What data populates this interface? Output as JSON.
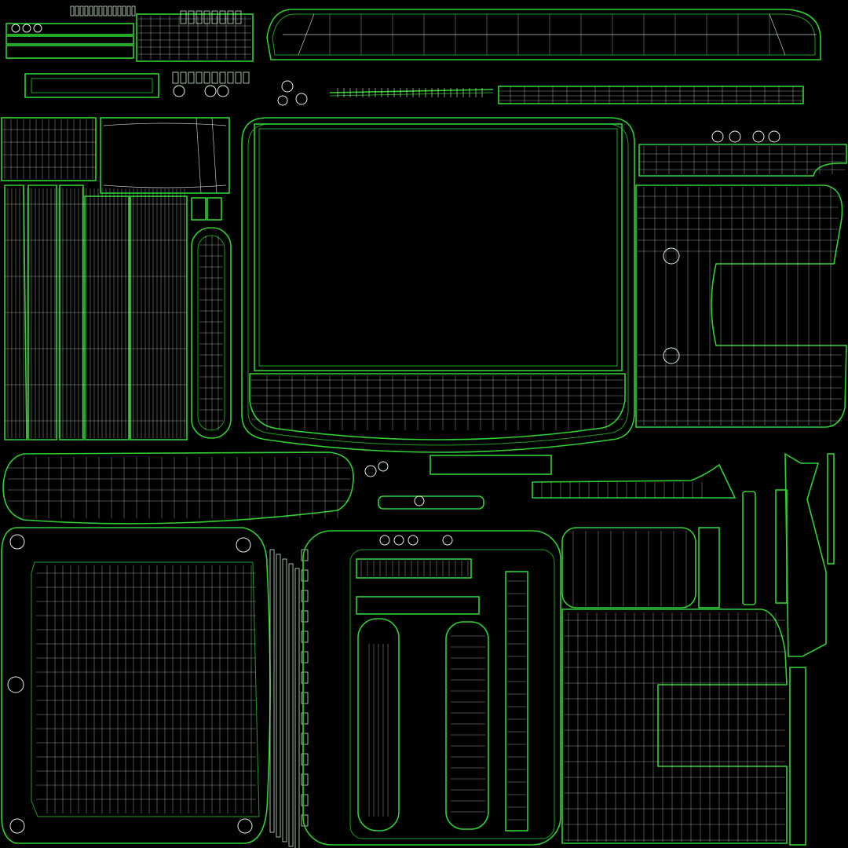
{
  "viewport": {
    "background": "#000000"
  },
  "colors": {
    "background": "#000000",
    "island_outline": "#2fd12f",
    "island_inner_outline": "#1f9e1f",
    "wire_edge": "#d8ecd8"
  },
  "islands": [
    {
      "id": "top-handle-strip",
      "kind": "rounded-bar"
    },
    {
      "id": "top-left-small-parts",
      "kind": "parts-cluster"
    },
    {
      "id": "top-center-screw-row",
      "kind": "parts-cluster"
    },
    {
      "id": "top-right-thin-strip",
      "kind": "grid-strip"
    },
    {
      "id": "left-tall-panels",
      "kind": "vertical-strips"
    },
    {
      "id": "left-upper-box",
      "kind": "grid-box"
    },
    {
      "id": "left-capsule-panel",
      "kind": "capsule"
    },
    {
      "id": "main-display-bezel",
      "kind": "display-frame"
    },
    {
      "id": "right-side-panel",
      "kind": "side-panel"
    },
    {
      "id": "right-top-strip",
      "kind": "grid-strip"
    },
    {
      "id": "middle-curved-bar",
      "kind": "curved-bar"
    },
    {
      "id": "middle-small-parts",
      "kind": "parts-cluster"
    },
    {
      "id": "middle-right-wedge",
      "kind": "wedge"
    },
    {
      "id": "right-vertical-slivers",
      "kind": "slivers"
    },
    {
      "id": "bottom-left-grid-panel",
      "kind": "grid-panel"
    },
    {
      "id": "bottom-center-tray",
      "kind": "tray"
    },
    {
      "id": "bottom-right-side-panel",
      "kind": "side-panel"
    }
  ]
}
